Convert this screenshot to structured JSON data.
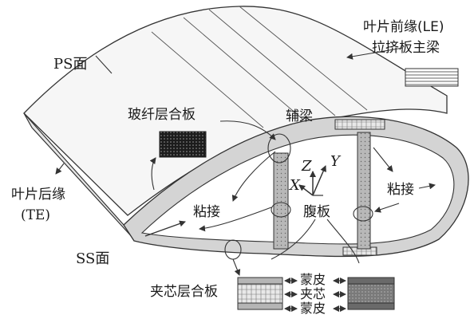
{
  "labels": {
    "ps_face": "PS面",
    "le_line1": "叶片前缘(LE)",
    "le_line2": "拉挤板主梁",
    "glass_laminate": "玻纤层合板",
    "aux_spar": "辅梁",
    "te_line1": "叶片后缘",
    "te_line2": "(TE)",
    "bond_left": "粘接",
    "bond_right": "粘接",
    "web": "腹板",
    "ss_face": "SS面",
    "sandwich_laminate": "夹芯层合板",
    "skin_top": "蒙皮",
    "core": "夹芯",
    "skin_bottom": "蒙皮"
  },
  "axes": {
    "x": "X",
    "y": "Y",
    "z": "Z"
  },
  "colors": {
    "line": "#333333",
    "shell_fill": "#d4d4d4",
    "web_fill": "#b8b8b8",
    "dark_swatch": "#1c1c1c",
    "sandwich_dark": "#8a8a8a"
  }
}
